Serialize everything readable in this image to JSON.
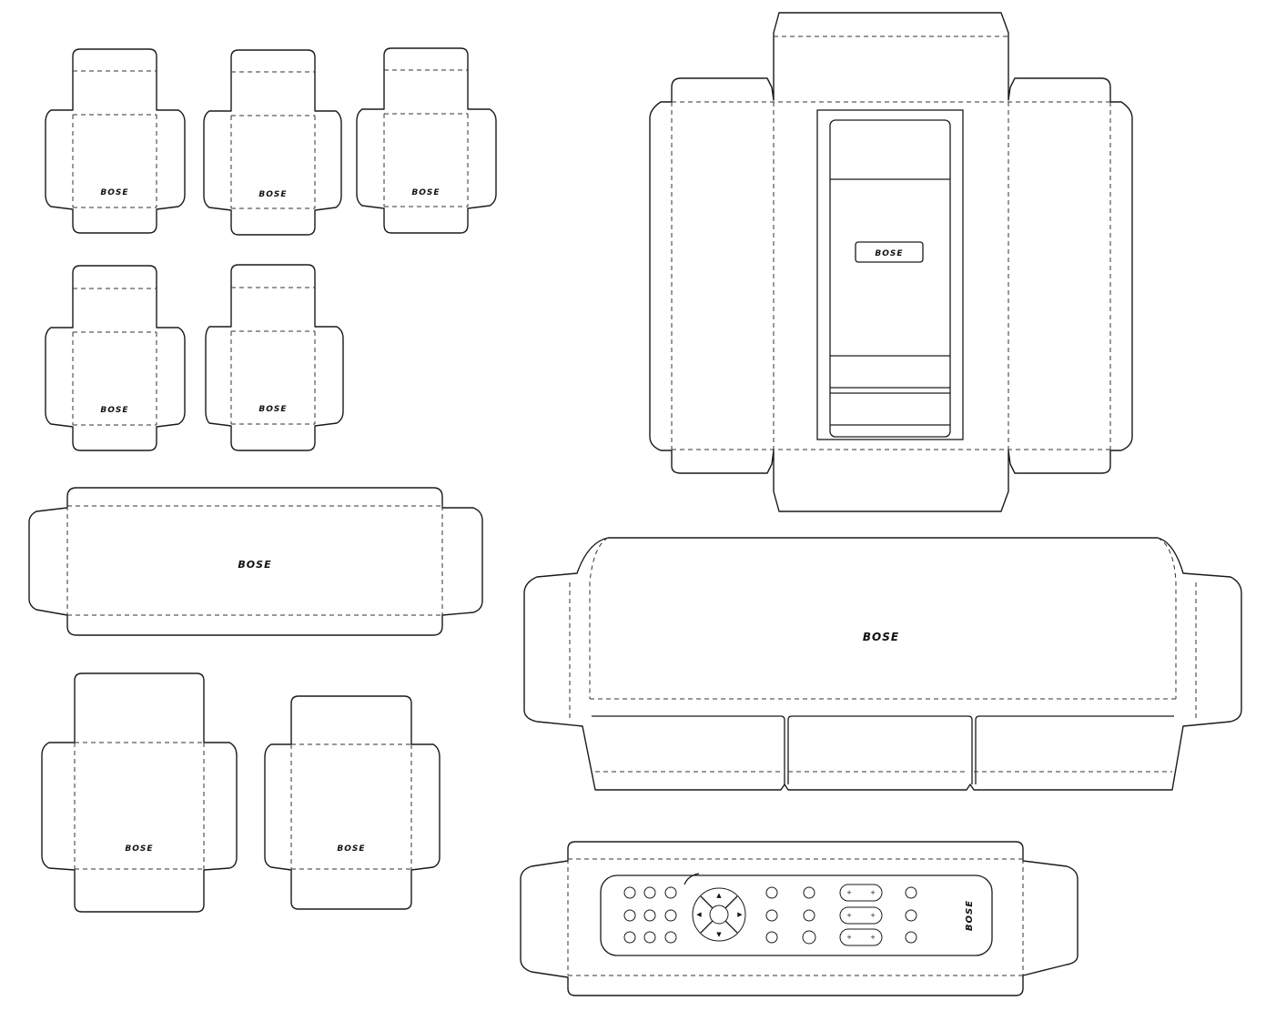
{
  "brand": "BOSE",
  "templates": [
    {
      "id": "small-speaker-1",
      "logo": "BOSE"
    },
    {
      "id": "small-speaker-2",
      "logo": "BOSE"
    },
    {
      "id": "small-speaker-3",
      "logo": "BOSE"
    },
    {
      "id": "small-speaker-4",
      "logo": "BOSE"
    },
    {
      "id": "small-speaker-5",
      "logo": "BOSE"
    },
    {
      "id": "soundbar",
      "logo": "BOSE"
    },
    {
      "id": "square-a",
      "logo": "BOSE"
    },
    {
      "id": "square-b",
      "logo": "BOSE"
    },
    {
      "id": "subwoofer",
      "logo": "BOSE"
    },
    {
      "id": "console",
      "logo": "BOSE"
    },
    {
      "id": "remote",
      "logo": "BOSE"
    }
  ],
  "remote_glyphs": {
    "up": "▲",
    "down": "▼",
    "left": "◀",
    "right": "▶",
    "plus": "+"
  }
}
